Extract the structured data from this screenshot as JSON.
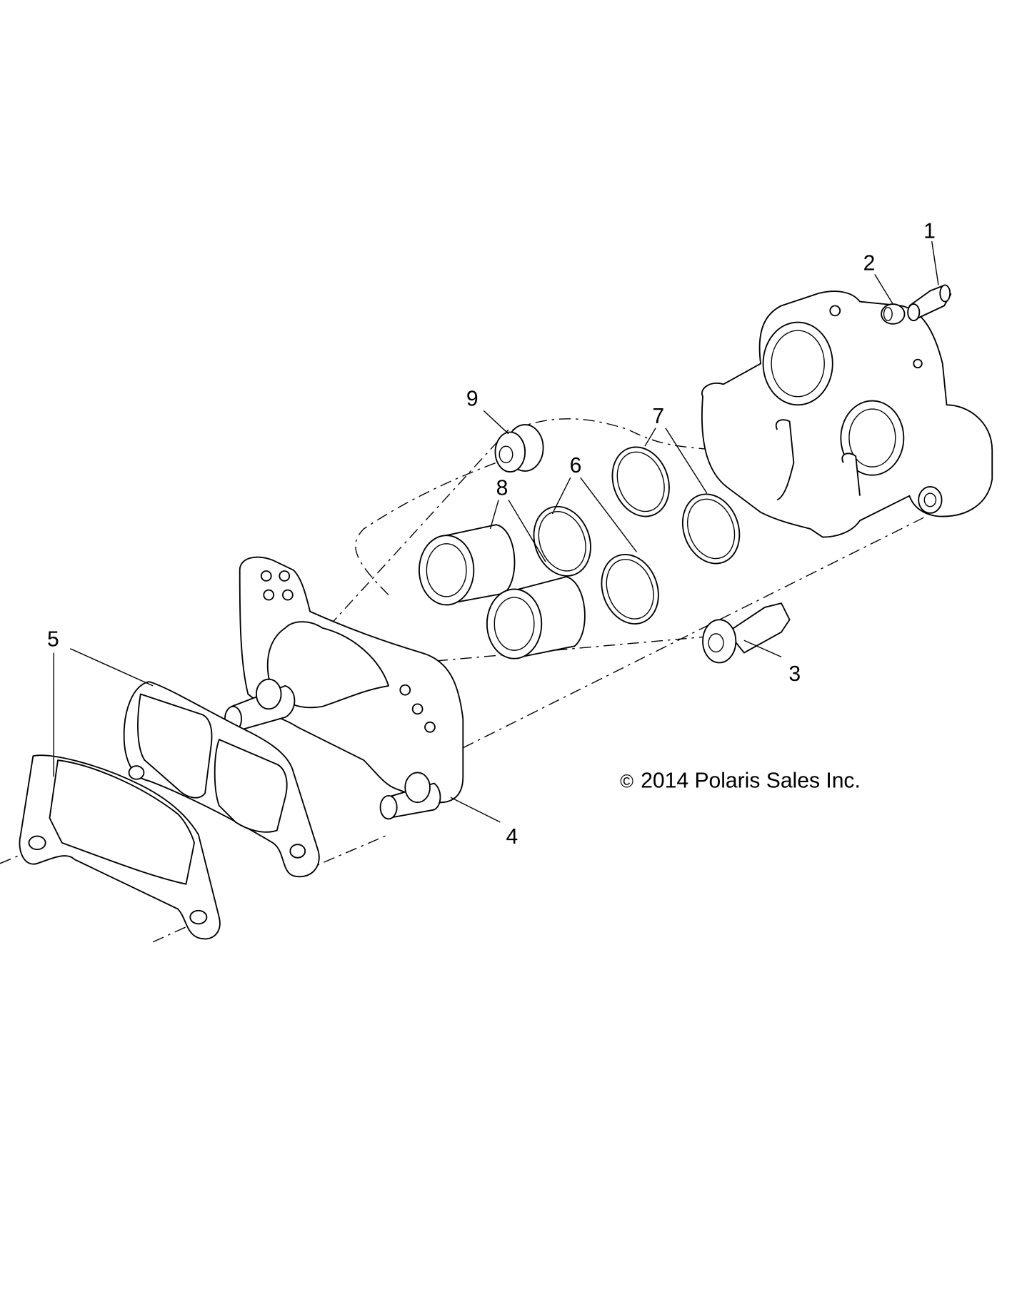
{
  "diagram": {
    "title": "Brake Caliper Exploded View",
    "callouts": [
      "1",
      "2",
      "3",
      "4",
      "5",
      "6",
      "7",
      "8",
      "9"
    ],
    "copyright": "2014 Polaris Sales Inc.",
    "copyright_symbol": "©"
  }
}
